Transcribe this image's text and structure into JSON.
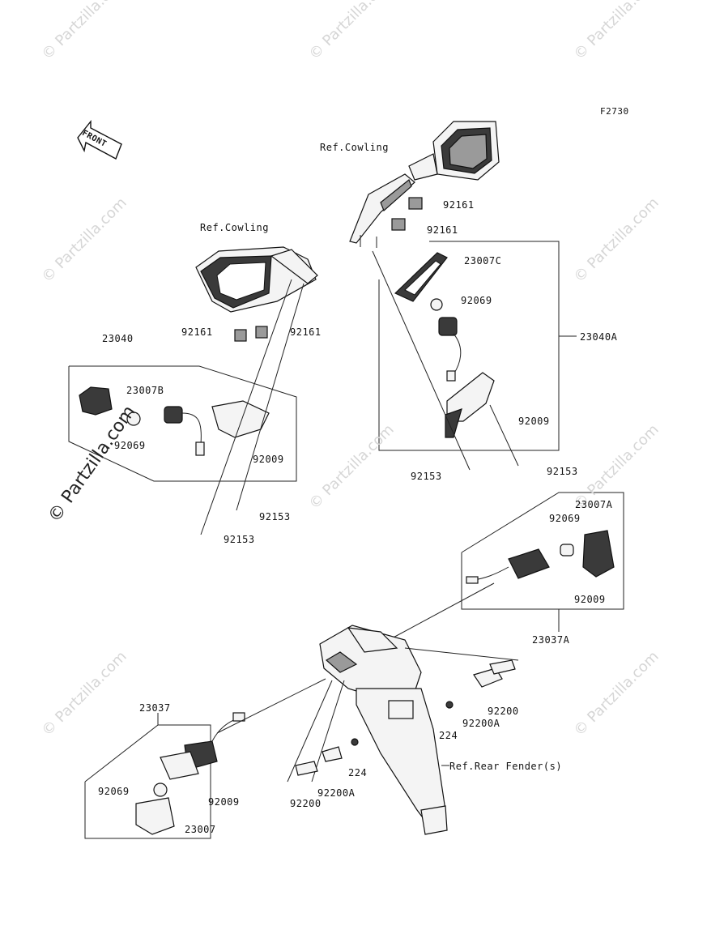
{
  "diagram_code": "F2730",
  "front_arrow": "FRONT",
  "labels": {
    "ref_cowling_top": "Ref.Cowling",
    "ref_cowling_left": "Ref.Cowling",
    "ref_rear_fender": "Ref.Rear Fender(s)",
    "p92161_a": "92161",
    "p92161_b": "92161",
    "p92161_c": "92161",
    "p92161_d": "92161",
    "p23007C": "23007C",
    "p92069_r": "92069",
    "p23040A": "23040A",
    "p92009_r": "92009",
    "p92153_r1": "92153",
    "p92153_r2": "92153",
    "p23040": "23040",
    "p23007B": "23007B",
    "p92069_l": "92069",
    "p92009_l": "92009",
    "p92153_l1": "92153",
    "p92153_l2": "92153",
    "p23007A": "23007A",
    "p92069_ra": "92069",
    "p92009_ra": "92009",
    "p23037A": "23037A",
    "p92200_r": "92200",
    "p92200A_r": "92200A",
    "p224_r": "224",
    "p224_c": "224",
    "p92200A_c": "92200A",
    "p92200_c": "92200",
    "p23037": "23037",
    "p92069_b": "92069",
    "p92009_b": "92009",
    "p23007": "23007"
  },
  "watermark": "© Partzilla.com"
}
